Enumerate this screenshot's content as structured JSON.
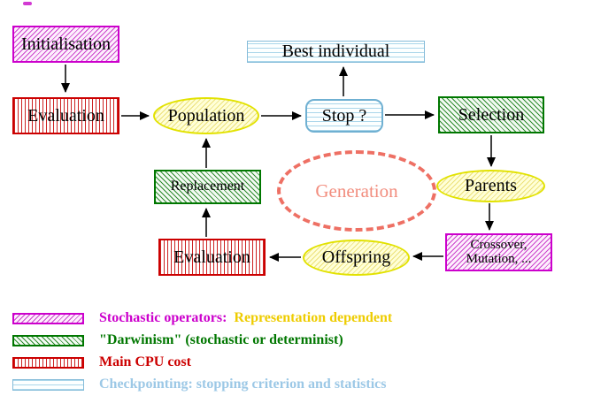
{
  "diagram": {
    "nodes": {
      "initialisation": {
        "label": "Initialisation"
      },
      "evaluation_top": {
        "label": "Evaluation"
      },
      "population": {
        "label": "Population"
      },
      "best_individual": {
        "label": "Best individual"
      },
      "stop": {
        "label": "Stop ?"
      },
      "selection": {
        "label": "Selection"
      },
      "parents": {
        "label": "Parents"
      },
      "crossover_mutation": {
        "line1": "Crossover,",
        "line2": "Mutation, ..."
      },
      "offspring": {
        "label": "Offspring"
      },
      "evaluation_bottom": {
        "label": "Evaluation"
      },
      "replacement": {
        "label": "Replacement"
      },
      "generation": {
        "label": "Generation"
      }
    }
  },
  "legend": {
    "rows": [
      {
        "style": "magenta-hatch",
        "parts": [
          {
            "text": "Stochastic operators:"
          },
          {
            "text": "Representation dependent"
          }
        ]
      },
      {
        "style": "green-hatch",
        "parts": [
          {
            "text": "\"Darwinism\" (stochastic or determinist)"
          }
        ]
      },
      {
        "style": "red-stripes",
        "parts": [
          {
            "text": "Main CPU cost"
          }
        ]
      },
      {
        "style": "cyan-stripes",
        "parts": [
          {
            "text": "Checkpointing: stopping criterion and statistics"
          }
        ]
      }
    ]
  },
  "colors": {
    "magenta": "#cc00cc",
    "green": "#007700",
    "red": "#cc0000",
    "cyan_border": "#85bcd9",
    "cyan_text": "#9cc8e6",
    "yellow_node_border": "#e2e200",
    "yellow_legend_text": "#eecc00",
    "salmon_generation": "#ee7064",
    "node_text": "#000000"
  }
}
